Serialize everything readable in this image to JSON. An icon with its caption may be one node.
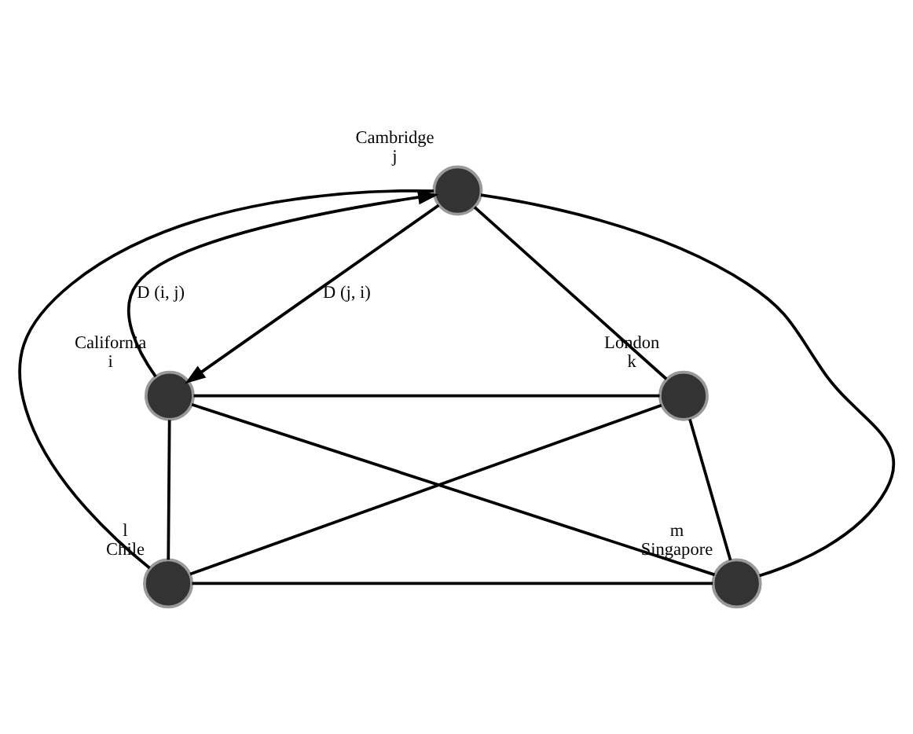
{
  "diagram": {
    "nodes": [
      {
        "text": [],
        "shape": "circle",
        "beside": [
          "Cambridge",
          "j"
        ]
      },
      {
        "text": [],
        "shape": "circle",
        "beside": [
          "California",
          "i"
        ]
      },
      {
        "text": [],
        "shape": "circle",
        "beside": [
          "London",
          "k"
        ]
      },
      {
        "text": [],
        "shape": "circle",
        "beside": [
          "l",
          "Chile"
        ]
      },
      {
        "text": [],
        "shape": "circle",
        "beside": [
          "m",
          "Singapore"
        ]
      }
    ],
    "edges": [
      {
        "from": 1,
        "to": 0,
        "arrow": "to",
        "label": "D (i, j)"
      },
      {
        "from": 0,
        "to": 1,
        "arrow": "to",
        "label": "D (j, i)"
      },
      {
        "from": 0,
        "to": 2,
        "arrow": "none"
      },
      {
        "from": 0,
        "to": 3,
        "arrow": "none"
      },
      {
        "from": 0,
        "to": 4,
        "arrow": "none"
      },
      {
        "from": 1,
        "to": 2,
        "arrow": "none"
      },
      {
        "from": 1,
        "to": 3,
        "arrow": "none"
      },
      {
        "from": 1,
        "to": 4,
        "arrow": "none"
      },
      {
        "from": 2,
        "to": 3,
        "arrow": "none"
      },
      {
        "from": 2,
        "to": 4,
        "arrow": "none"
      },
      {
        "from": 3,
        "to": 4,
        "arrow": "none"
      }
    ]
  }
}
